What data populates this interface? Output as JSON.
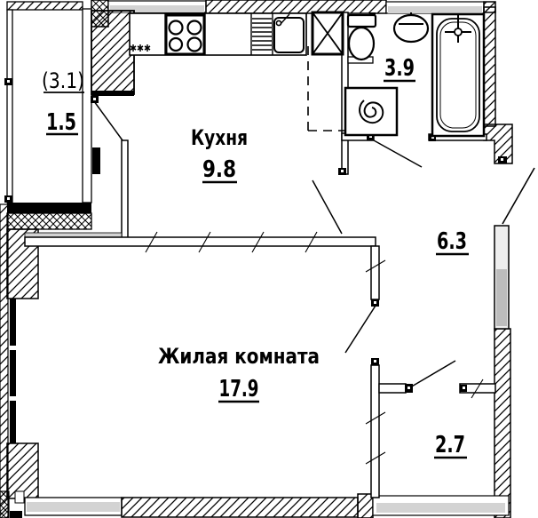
{
  "title": "apartment-floor-plan",
  "rooms": {
    "balcony": {
      "area_total": "(3.1)",
      "area_reduced": "1.5"
    },
    "kitchen": {
      "name": "Кухня",
      "area": "9.8"
    },
    "living_room": {
      "name": "Жилая комната",
      "area": "17.9"
    },
    "bathroom": {
      "area": "3.9"
    },
    "hallway": {
      "area": "6.3"
    },
    "storage": {
      "area": "2.7"
    }
  },
  "markers": {
    "refrigerator": "✱✱✱"
  },
  "fixture_icons": [
    "refrigerator-icon",
    "stove-icon",
    "kitchen-sink-icon",
    "ventilation-shaft-icon",
    "toilet-icon",
    "washbasin-icon",
    "bathtub-icon",
    "washing-machine-icon",
    "entry-door-icon",
    "window-icon"
  ],
  "colors": {
    "wall": "#000000",
    "window_gray": "#d3d3d3",
    "door_leaf_gray": "#bdbdbd",
    "background": "#ffffff"
  }
}
